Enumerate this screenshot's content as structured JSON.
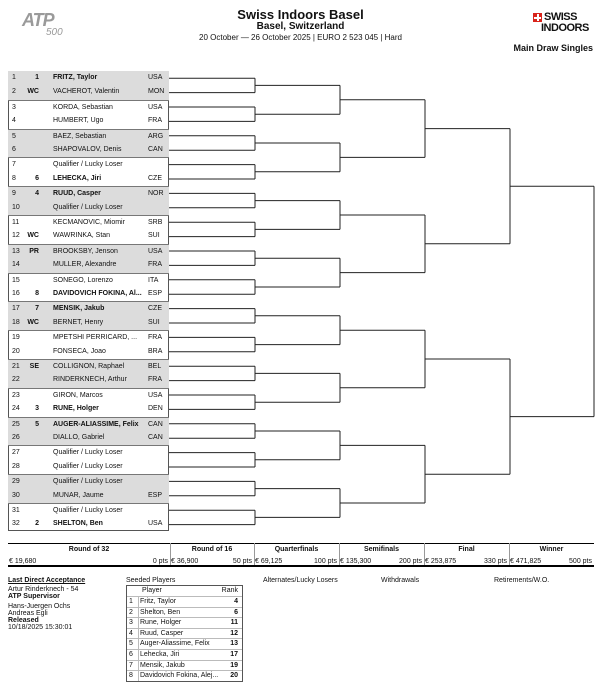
{
  "header": {
    "title": "Swiss Indoors Basel",
    "location": "Basel, Switzerland",
    "dates": "20 October — 26 October 2025 | EURO 2 523 045 | Hard",
    "atp_logo_text": "ATP",
    "atp_logo_num": "500",
    "sponsor_line1": "SWISS",
    "sponsor_line2": "INDOORS",
    "draw_name": "Main Draw Singles"
  },
  "draw": [
    {
      "num": "1",
      "seed": "1",
      "name": "FRITZ, Taylor",
      "country": "USA",
      "bold": true
    },
    {
      "num": "2",
      "seed": "WC",
      "name": "VACHEROT, Valentin",
      "country": "MON",
      "bold": false
    },
    {
      "num": "3",
      "seed": "",
      "name": "KORDA, Sebastian",
      "country": "USA",
      "bold": false
    },
    {
      "num": "4",
      "seed": "",
      "name": "HUMBERT, Ugo",
      "country": "FRA",
      "bold": false
    },
    {
      "num": "5",
      "seed": "",
      "name": "BAEZ, Sebastian",
      "country": "ARG",
      "bold": false
    },
    {
      "num": "6",
      "seed": "",
      "name": "SHAPOVALOV, Denis",
      "country": "CAN",
      "bold": false
    },
    {
      "num": "7",
      "seed": "",
      "name": "Qualifier / Lucky Loser",
      "country": "",
      "bold": false
    },
    {
      "num": "8",
      "seed": "6",
      "name": "LEHECKA, Jiri",
      "country": "CZE",
      "bold": true
    },
    {
      "num": "9",
      "seed": "4",
      "name": "RUUD, Casper",
      "country": "NOR",
      "bold": true
    },
    {
      "num": "10",
      "seed": "",
      "name": "Qualifier / Lucky Loser",
      "country": "",
      "bold": false
    },
    {
      "num": "11",
      "seed": "",
      "name": "KECMANOVIC, Miomir",
      "country": "SRB",
      "bold": false
    },
    {
      "num": "12",
      "seed": "WC",
      "name": "WAWRINKA, Stan",
      "country": "SUI",
      "bold": false
    },
    {
      "num": "13",
      "seed": "PR",
      "name": "BROOKSBY, Jenson",
      "country": "USA",
      "bold": false
    },
    {
      "num": "14",
      "seed": "",
      "name": "MULLER, Alexandre",
      "country": "FRA",
      "bold": false
    },
    {
      "num": "15",
      "seed": "",
      "name": "SONEGO, Lorenzo",
      "country": "ITA",
      "bold": false
    },
    {
      "num": "16",
      "seed": "8",
      "name": "DAVIDOVICH FOKINA, Al...",
      "country": "ESP",
      "bold": true
    },
    {
      "num": "17",
      "seed": "7",
      "name": "MENSIK, Jakub",
      "country": "CZE",
      "bold": true
    },
    {
      "num": "18",
      "seed": "WC",
      "name": "BERNET, Henry",
      "country": "SUI",
      "bold": false
    },
    {
      "num": "19",
      "seed": "",
      "name": "MPETSHI PERRICARD, ...",
      "country": "FRA",
      "bold": false
    },
    {
      "num": "20",
      "seed": "",
      "name": "FONSECA, Joao",
      "country": "BRA",
      "bold": false
    },
    {
      "num": "21",
      "seed": "SE",
      "name": "COLLIGNON, Raphael",
      "country": "BEL",
      "bold": false
    },
    {
      "num": "22",
      "seed": "",
      "name": "RINDERKNECH, Arthur",
      "country": "FRA",
      "bold": false
    },
    {
      "num": "23",
      "seed": "",
      "name": "GIRON, Marcos",
      "country": "USA",
      "bold": false
    },
    {
      "num": "24",
      "seed": "3",
      "name": "RUNE, Holger",
      "country": "DEN",
      "bold": true
    },
    {
      "num": "25",
      "seed": "5",
      "name": "AUGER-ALIASSIME, Felix",
      "country": "CAN",
      "bold": true
    },
    {
      "num": "26",
      "seed": "",
      "name": "DIALLO, Gabriel",
      "country": "CAN",
      "bold": false
    },
    {
      "num": "27",
      "seed": "",
      "name": "Qualifier / Lucky Loser",
      "country": "",
      "bold": false
    },
    {
      "num": "28",
      "seed": "",
      "name": "Qualifier / Lucky Loser",
      "country": "",
      "bold": false
    },
    {
      "num": "29",
      "seed": "",
      "name": "Qualifier / Lucky Loser",
      "country": "",
      "bold": false
    },
    {
      "num": "30",
      "seed": "",
      "name": "MUNAR, Jaume",
      "country": "ESP",
      "bold": false
    },
    {
      "num": "31",
      "seed": "",
      "name": "Qualifier / Lucky Loser",
      "country": "",
      "bold": false
    },
    {
      "num": "32",
      "seed": "2",
      "name": "SHELTON, Ben",
      "country": "USA",
      "bold": true
    }
  ],
  "prize": [
    {
      "round": "Round of 32",
      "money": "€ 19,680",
      "points": "0 pts"
    },
    {
      "round": "Round of 16",
      "money": "€ 36,900",
      "points": "50 pts"
    },
    {
      "round": "Quarterfinals",
      "money": "€ 69,125",
      "points": "100 pts"
    },
    {
      "round": "Semifinals",
      "money": "€ 135,300",
      "points": "200 pts"
    },
    {
      "round": "Final",
      "money": "€ 253,875",
      "points": "330 pts"
    },
    {
      "round": "Winner",
      "money": "€ 471,825",
      "points": "500 pts"
    }
  ],
  "footer": {
    "lda_title": "Last Direct Acceptance",
    "lda_value": "Artur Rinderknech - 54",
    "supervisor_title": "ATP Supervisor",
    "supervisor_1": "Hans-Juergen Ochs",
    "supervisor_2": "Andreas Egli",
    "released_title": "Released",
    "released_value": "10/18/2025 15:30:01",
    "seeded_title": "Seeded Players",
    "seeded_col_player": "Player",
    "seeded_col_rank": "Rank",
    "seeded": [
      {
        "n": "1",
        "player": "Fritz, Taylor",
        "rank": "4"
      },
      {
        "n": "2",
        "player": "Shelton, Ben",
        "rank": "6"
      },
      {
        "n": "3",
        "player": "Rune, Holger",
        "rank": "11"
      },
      {
        "n": "4",
        "player": "Ruud, Casper",
        "rank": "12"
      },
      {
        "n": "5",
        "player": "Auger-Aliassime, Felix",
        "rank": "13"
      },
      {
        "n": "6",
        "player": "Lehecka, Jiri",
        "rank": "17"
      },
      {
        "n": "7",
        "player": "Mensik, Jakub",
        "rank": "19"
      },
      {
        "n": "8",
        "player": "Davidovich Fokina, Alej...",
        "rank": "20"
      }
    ],
    "alternates_title": "Alternates/Lucky Losers",
    "withdrawals_title": "Withdrawals",
    "retirements_title": "Retirements/W.O."
  }
}
